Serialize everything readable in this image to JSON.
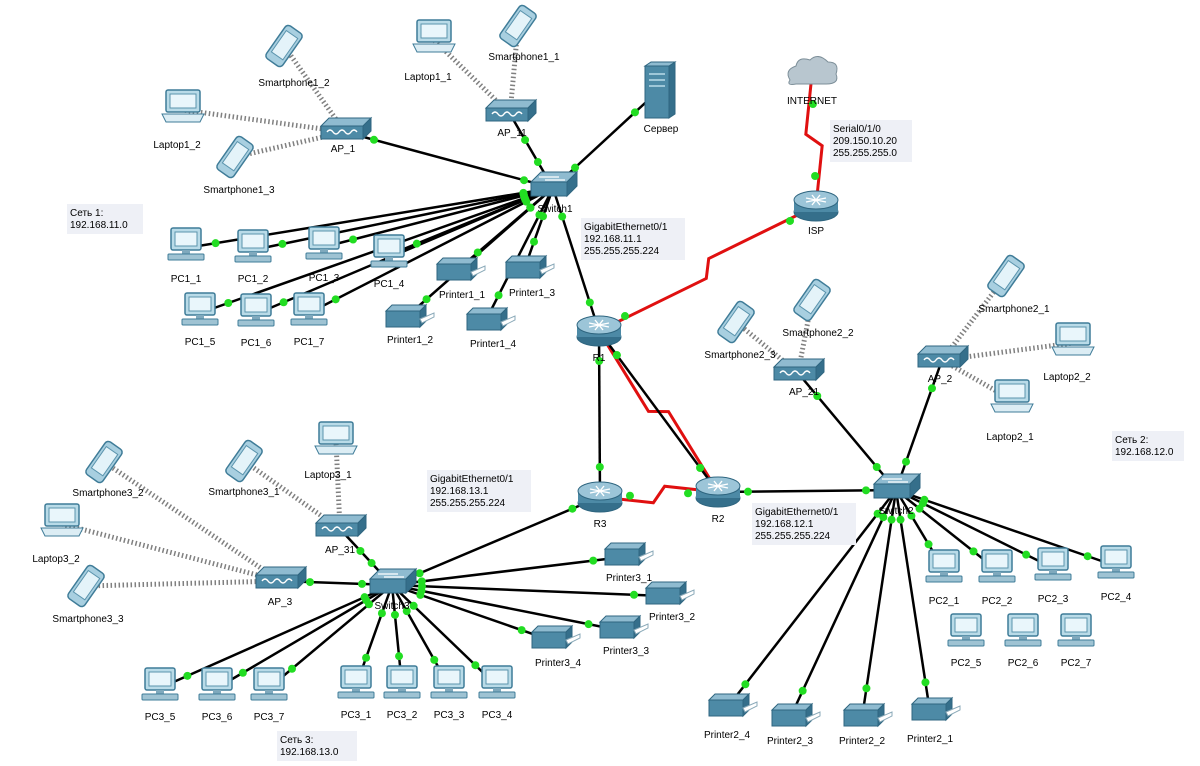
{
  "devices": {
    "internet": "INTERNET",
    "isp": "ISP",
    "r1": "R1",
    "r2": "R2",
    "r3": "R3",
    "switch1": "Switch1",
    "switch2": "Switch2",
    "switch3": "Switch3",
    "server": "Сервер",
    "ap_1": "AP_1",
    "ap_11": "AP_11",
    "ap_2": "AP_2",
    "ap_21": "AP_21",
    "ap_3": "AP_3",
    "ap_31": "AP_31",
    "smartphone1_1": "Smartphone1_1",
    "smartphone1_2": "Smartphone1_2",
    "smartphone1_3": "Smartphone1_3",
    "laptop1_1": "Laptop1_1",
    "laptop1_2": "Laptop1_2",
    "smartphone2_1": "Smartphone2_1",
    "smartphone2_2": "Smartphone2_2",
    "smartphone2_3": "Smartphone2_3",
    "laptop2_1": "Laptop2_1",
    "laptop2_2": "Laptop2_2",
    "smartphone3_1": "Smartphone3_1",
    "smartphone3_2": "Smartphone3_2",
    "smartphone3_3": "Smartphone3_3",
    "laptop3_1": "Laptop3_1",
    "laptop3_2": "Laptop3_2",
    "pc1_1": "PC1_1",
    "pc1_2": "PC1_2",
    "pc1_3": "PC1_3",
    "pc1_4": "PC1_4",
    "pc1_5": "PC1_5",
    "pc1_6": "PC1_6",
    "pc1_7": "PC1_7",
    "pc2_1": "PC2_1",
    "pc2_2": "PC2_2",
    "pc2_3": "PC2_3",
    "pc2_4": "PC2_4",
    "pc2_5": "PC2_5",
    "pc2_6": "PC2_6",
    "pc2_7": "PC2_7",
    "pc3_1": "PC3_1",
    "pc3_2": "PC3_2",
    "pc3_3": "PC3_3",
    "pc3_4": "PC3_4",
    "pc3_5": "PC3_5",
    "pc3_6": "PC3_6",
    "pc3_7": "PC3_7",
    "printer1_1": "Printer1_1",
    "printer1_2": "Printer1_2",
    "printer1_3": "Printer1_3",
    "printer1_4": "Printer1_4",
    "printer2_1": "Printer2_1",
    "printer2_2": "Printer2_2",
    "printer2_3": "Printer2_3",
    "printer2_4": "Printer2_4",
    "printer3_1": "Printer3_1",
    "printer3_2": "Printer3_2",
    "printer3_3": "Printer3_3",
    "printer3_4": "Printer3_4"
  },
  "notes": {
    "net1": [
      "Сеть 1:",
      "192.168.11.0"
    ],
    "net2": [
      "Сеть 2:",
      "192.168.12.0"
    ],
    "net3": [
      "Сеть 3:",
      "192.168.13.0"
    ],
    "isp_serial": [
      "Serial0/1/0",
      "209.150.10.20",
      "255.255.255.0"
    ],
    "r1_gig": [
      "GigabitEthernet0/1",
      "192.168.11.1",
      "255.255.255.224"
    ],
    "r2_gig": [
      "GigabitEthernet0/1",
      "192.168.12.1",
      "255.255.255.224"
    ],
    "r3_gig": [
      "GigabitEthernet0/1",
      "192.168.13.1",
      "255.255.255.224"
    ]
  },
  "colors": {
    "link": "#000000",
    "serial_link": "#e01010",
    "wireless": "#808080",
    "port_up": "#22dd22",
    "device_blue": "#4d8aa6",
    "device_dark": "#2f6680",
    "note_bg": "#eef0f6"
  }
}
